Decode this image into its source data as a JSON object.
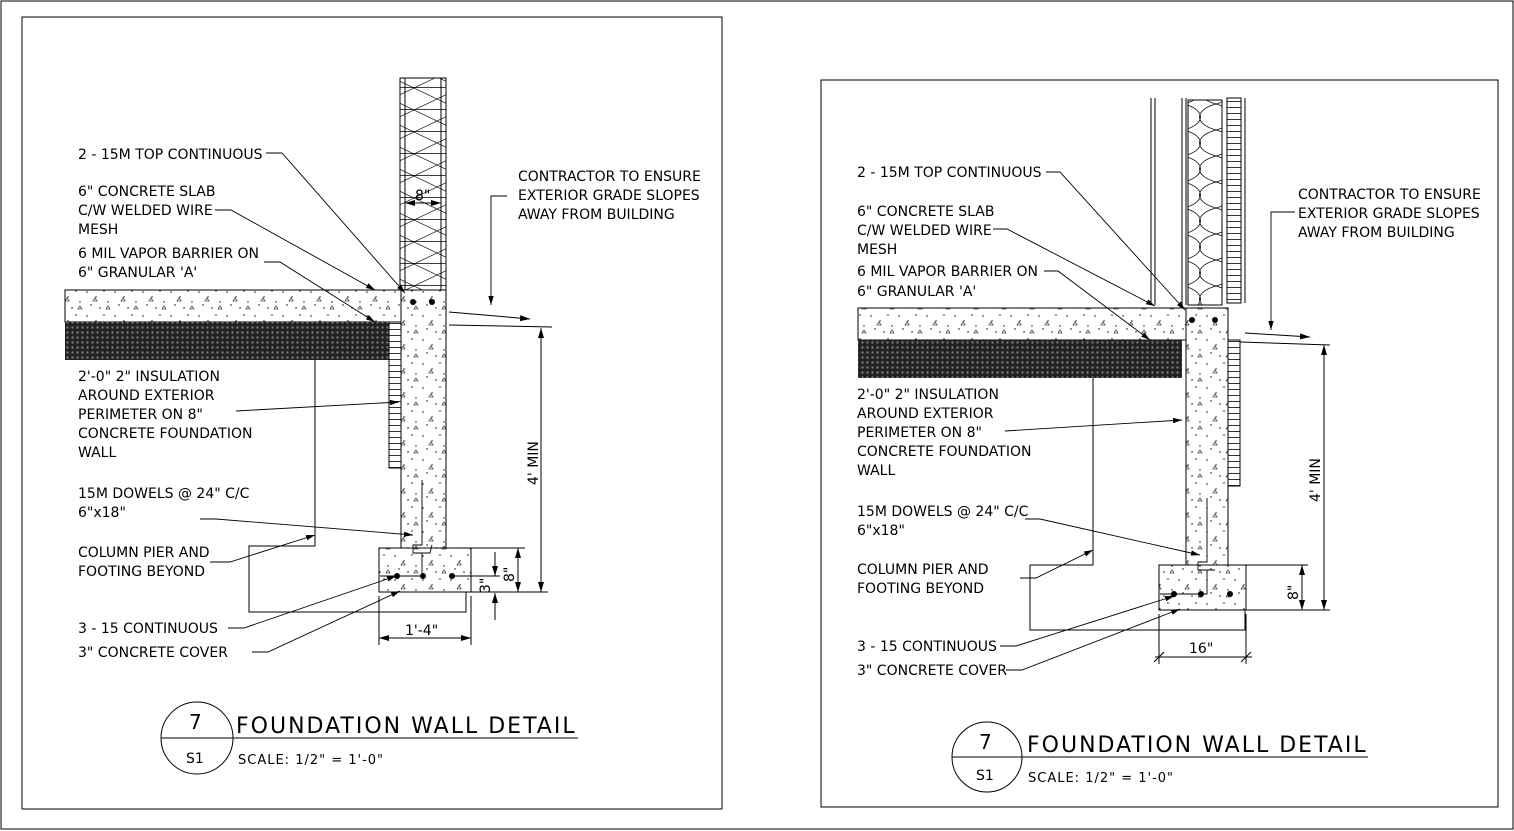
{
  "left": {
    "labels": {
      "top_rebar": [
        "2 - 15M TOP CONTINUOUS"
      ],
      "slab": [
        "6\" CONCRETE SLAB",
        "C/W WELDED WIRE",
        "MESH"
      ],
      "vapor": [
        "6 MIL VAPOR BARRIER ON",
        "6\" GRANULAR 'A'"
      ],
      "grade": [
        "CONTRACTOR TO ENSURE",
        "EXTERIOR GRADE SLOPES",
        "AWAY FROM BUILDING"
      ],
      "insulation": [
        "2'-0\" 2\" INSULATION",
        "AROUND EXTERIOR",
        "PERIMETER ON 8\"",
        "CONCRETE FOUNDATION",
        "WALL"
      ],
      "dowels": [
        "15M DOWELS @ 24\" C/C",
        "6\"x18\""
      ],
      "pier": [
        "COLUMN PIER AND",
        "FOOTING BEYOND"
      ],
      "cont": [
        "3 - 15 CONTINUOUS"
      ],
      "cover": [
        "3\" CONCRETE COVER"
      ]
    },
    "dims": {
      "wall": "8\"",
      "depth": "4' MIN",
      "footing_h": "8\"",
      "cover": "3\"",
      "footing_w": "1'-4\""
    },
    "title": {
      "number": "7",
      "sheet": "S1",
      "name": "FOUNDATION WALL DETAIL",
      "scale": "SCALE: 1/2\" = 1'-0\""
    }
  },
  "right": {
    "labels": {
      "top_rebar": [
        "2 - 15M TOP CONTINUOUS"
      ],
      "slab": [
        "6\" CONCRETE SLAB",
        "C/W WELDED WIRE",
        "MESH"
      ],
      "vapor": [
        "6 MIL VAPOR BARRIER ON",
        "6\" GRANULAR 'A'"
      ],
      "grade": [
        "CONTRACTOR TO ENSURE",
        "EXTERIOR GRADE SLOPES",
        "AWAY FROM BUILDING"
      ],
      "insulation": [
        "2'-0\" 2\" INSULATION",
        "AROUND EXTERIOR",
        "PERIMETER ON 8\"",
        "CONCRETE FOUNDATION",
        "WALL"
      ],
      "dowels": [
        "15M DOWELS @ 24\" C/C",
        "6\"x18\""
      ],
      "pier": [
        "COLUMN PIER AND",
        "FOOTING BEYOND"
      ],
      "cont": [
        "3 - 15 CONTINUOUS"
      ],
      "cover": [
        "3\" CONCRETE COVER"
      ]
    },
    "dims": {
      "depth": "4' MIN",
      "footing_h": "8\"",
      "footing_w": "16\""
    },
    "title": {
      "number": "7",
      "sheet": "S1",
      "name": "FOUNDATION WALL DETAIL",
      "scale": "SCALE: 1/2\" = 1'-0\""
    }
  }
}
